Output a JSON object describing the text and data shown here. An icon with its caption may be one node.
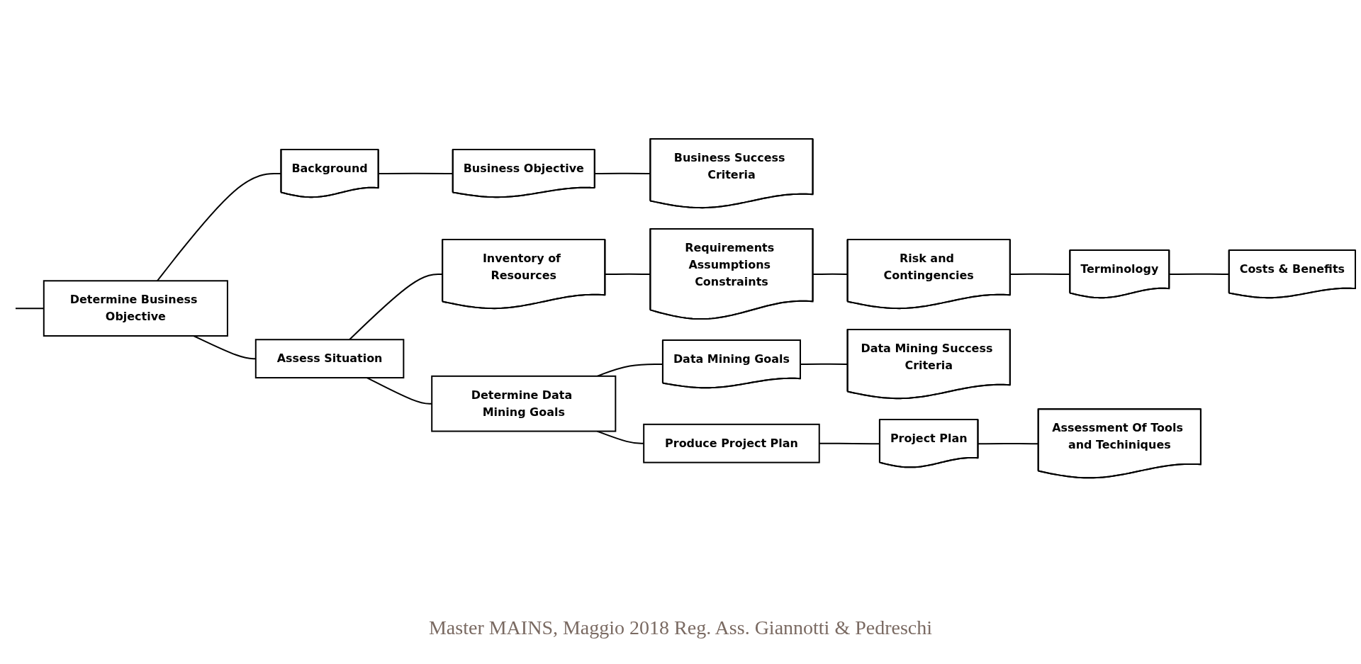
{
  "diagram": {
    "caption": "Master MAINS, Maggio 2018 Reg. Ass. Giannotti & Pedreschi",
    "nodes": [
      {
        "text": [
          "Determine Business Objective"
        ]
      },
      {
        "text": [
          "Background"
        ]
      },
      {
        "text": [
          "Business Objective"
        ]
      },
      {
        "text": [
          "Business Success Criteria"
        ]
      },
      {
        "text": [
          "Assess Situation"
        ]
      },
      {
        "text": [
          "Inventory of Resources"
        ]
      },
      {
        "text": [
          "Requirements Assumptions Constraints"
        ]
      },
      {
        "text": [
          "Risk and Contingencies"
        ]
      },
      {
        "text": [
          "Terminology"
        ]
      },
      {
        "text": [
          "Costs & Benefits"
        ]
      },
      {
        "text": [
          "Determine Data Mining Goals"
        ]
      },
      {
        "text": [
          "Data Mining Goals"
        ]
      },
      {
        "text": [
          "Data Mining Success Criteria"
        ]
      },
      {
        "text": [
          "Produce Project Plan"
        ]
      },
      {
        "text": [
          "Project Plan"
        ]
      },
      {
        "text": [
          "Assessment Of Tools and Techiniques"
        ]
      }
    ],
    "edges": [
      {
        "from": null,
        "to": 0,
        "arrow": "none"
      },
      {
        "from": 0,
        "to": 1,
        "arrow": "none"
      },
      {
        "from": 1,
        "to": 2,
        "arrow": "none"
      },
      {
        "from": 2,
        "to": 3,
        "arrow": "none"
      },
      {
        "from": 0,
        "to": 4,
        "arrow": "none"
      },
      {
        "from": 4,
        "to": 5,
        "arrow": "none"
      },
      {
        "from": 5,
        "to": 6,
        "arrow": "none"
      },
      {
        "from": 6,
        "to": 7,
        "arrow": "none"
      },
      {
        "from": 7,
        "to": 8,
        "arrow": "none"
      },
      {
        "from": 8,
        "to": 9,
        "arrow": "none"
      },
      {
        "from": 4,
        "to": 10,
        "arrow": "none"
      },
      {
        "from": 10,
        "to": 11,
        "arrow": "none"
      },
      {
        "from": 11,
        "to": 12,
        "arrow": "none"
      },
      {
        "from": 10,
        "to": 13,
        "arrow": "none"
      },
      {
        "from": 13,
        "to": 14,
        "arrow": "none"
      },
      {
        "from": 14,
        "to": 15,
        "arrow": "none"
      }
    ]
  }
}
